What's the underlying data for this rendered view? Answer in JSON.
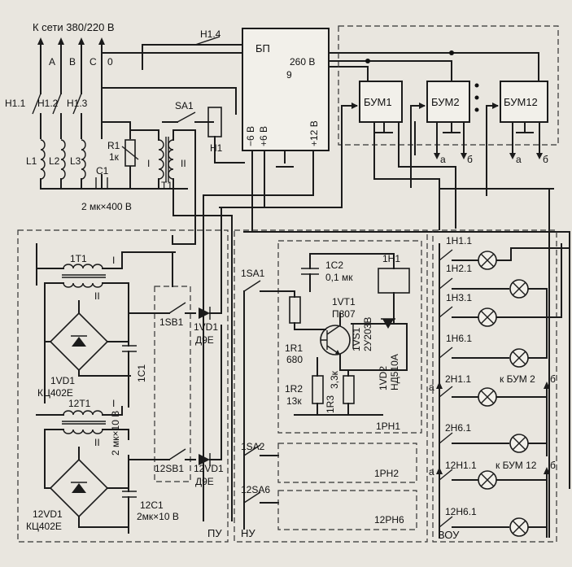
{
  "title": "К сети 380/220 В",
  "phases": [
    "A",
    "B",
    "C",
    "0"
  ],
  "mains": {
    "switches": [
      "Н1.1",
      "Н1.2",
      "Н1.3"
    ],
    "inductors": [
      "L1",
      "L2",
      "L3"
    ],
    "r1": [
      "R1",
      "1к"
    ],
    "c1": "C1",
    "c1_value": "2 мк×400 В",
    "t1": "T1",
    "t1_winding_1": "I",
    "t1_winding_2": "II",
    "sa1": "SA1",
    "relay_h1": "Н1",
    "contact_h14": "Н1.4"
  },
  "psu": {
    "label": "БП",
    "out_260": "260 В",
    "out_m6": "−6 В",
    "out_p6": "+6 В",
    "out_12": "+12 В",
    "mark": "9"
  },
  "bum": {
    "units": [
      "БУМ1",
      "БУМ2",
      "БУМ12"
    ],
    "out_a": "а",
    "out_b": "б"
  },
  "pu": {
    "label": "ПУ",
    "t1_1": "1Т1",
    "t1_12": "12Т1",
    "w1": "I",
    "w2": "II",
    "sb1": "1SB1",
    "sb12": "12SB1",
    "vd1": "1VD1",
    "vd1_type": "Д9Е",
    "vd12": "12VD1",
    "vd12_type": "Д9Е",
    "c1": "1С1",
    "c12": "12С1",
    "c_val": "2 мк×10 В",
    "c12_val": "2мк×10 В",
    "bridge1": "1VD1",
    "bridge1_type": "КЦ402Е",
    "bridge12": "12VD1",
    "bridge12_type": "КЦ402Е"
  },
  "nu": {
    "label": "НУ",
    "sa1": "1SA1",
    "sa2": "1SA2",
    "sa6": "12SA6",
    "c2": "1С2",
    "c2_val": "0,1 мк",
    "h1": "1Н1",
    "vt1": "1VT1",
    "vt1_type": "П307",
    "vs1": "1VS1",
    "vs1_type": "2У203В",
    "r1": "1R1",
    "r1_val": "680",
    "r2": "1R2",
    "r2_val": "13к",
    "r3": "1R3",
    "r3_val": "3,3к",
    "vd2": "1VD2",
    "vd2_type": "НД510А",
    "rn1": "1РН1",
    "rn2": "1РН2",
    "rn6": "12РН6"
  },
  "vou": {
    "label": "ВОУ",
    "contacts": [
      "1Н1.1",
      "1Н2.1",
      "1Н3.1",
      "1Н6.1",
      "2Н1.1",
      "2Н6.1",
      "12Н1.1",
      "12Н6.1"
    ],
    "to_bum2": "к БУМ 2",
    "to_bum12": "к БУМ 12",
    "a": "а",
    "b": "б"
  }
}
